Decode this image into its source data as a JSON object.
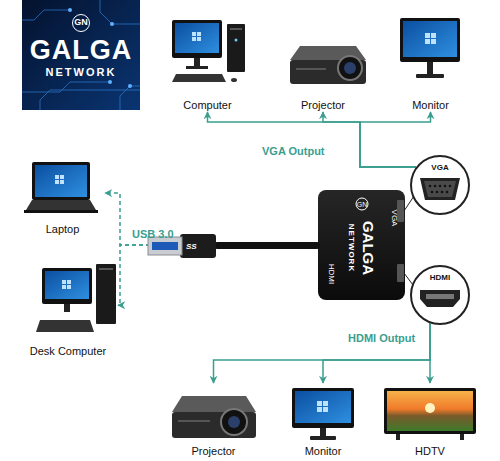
{
  "diagram": {
    "nodes": [
      {
        "text": [
          "GN",
          "GALGA",
          "NETWORK"
        ]
      },
      {
        "text": [
          "Computer"
        ]
      },
      {
        "text": [
          "Projector"
        ]
      },
      {
        "text": [
          "Monitor"
        ]
      },
      {
        "text": [
          "Laptop"
        ]
      },
      {
        "text": [
          "GN",
          "GALGA",
          "NETWORK",
          "VGA",
          "HDMI"
        ]
      },
      {
        "text": [
          "VGA"
        ]
      },
      {
        "text": [
          "Desk Computer"
        ]
      },
      {
        "text": [
          "HDMI"
        ]
      },
      {
        "text": [
          "Projector"
        ]
      },
      {
        "text": [
          "Monitor"
        ]
      },
      {
        "text": [
          "HDTV"
        ]
      }
    ],
    "edges": [
      {
        "from": 6,
        "to": 1,
        "arrow": "to"
      },
      {
        "from": 6,
        "to": 2,
        "arrow": "to"
      },
      {
        "from": 6,
        "to": 3,
        "arrow": "to"
      },
      {
        "from": 5,
        "to": 4,
        "arrow": "to"
      },
      {
        "from": 5,
        "to": 7,
        "arrow": "to"
      },
      {
        "from": 8,
        "to": 9,
        "arrow": "to"
      },
      {
        "from": 8,
        "to": 10,
        "arrow": "to"
      },
      {
        "from": 8,
        "to": 11,
        "arrow": "to"
      }
    ],
    "labels": [
      "VGA Output",
      "USB 3.0",
      "HDMI Output",
      "SS"
    ]
  }
}
